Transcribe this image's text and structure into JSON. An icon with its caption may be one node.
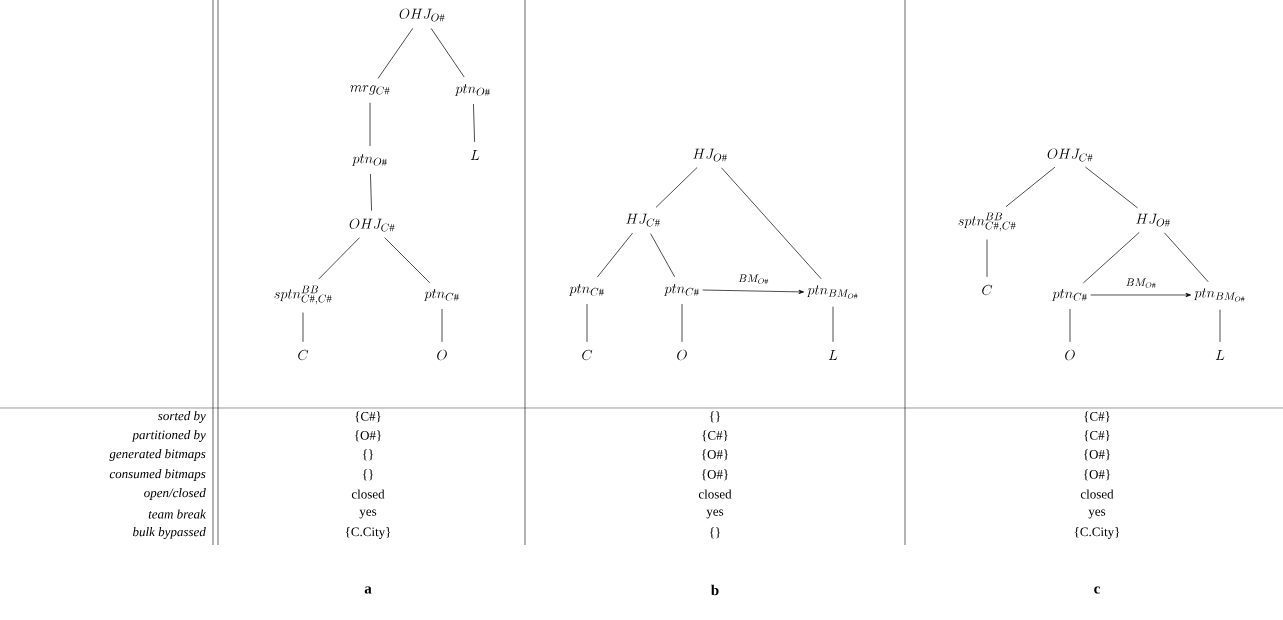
{
  "diagram": {
    "nodes": [
      {
        "text": [
          "OHJ_{O\\#}"
        ]
      },
      {
        "text": [
          "mrg_{C\\#}"
        ]
      },
      {
        "text": [
          "ptn_{O\\#}"
        ]
      },
      {
        "text": [
          "ptn_{O\\#}"
        ]
      },
      {
        "text": [
          "L"
        ]
      },
      {
        "text": [
          "OHJ_{C\\#}"
        ]
      },
      {
        "text": [
          "sptn^{BB}_{C\\#,C\\#}"
        ]
      },
      {
        "text": [
          "ptn_{C\\#}"
        ]
      },
      {
        "text": [
          "C"
        ]
      },
      {
        "text": [
          "O"
        ]
      },
      {
        "text": [
          "HJ_{O\\#}"
        ]
      },
      {
        "text": [
          "HJ_{C\\#}"
        ]
      },
      {
        "text": [
          "ptn_{C\\#}"
        ]
      },
      {
        "text": [
          "ptn_{C\\#}"
        ]
      },
      {
        "text": [
          "ptn_{BM_{O\\#}}"
        ]
      },
      {
        "text": [
          "C"
        ]
      },
      {
        "text": [
          "O"
        ]
      },
      {
        "text": [
          "L"
        ]
      },
      {
        "text": [
          "OHJ_{C\\#}"
        ]
      },
      {
        "text": [
          "sptn^{BB}_{C\\#,C\\#}"
        ]
      },
      {
        "text": [
          "HJ_{O\\#}"
        ]
      },
      {
        "text": [
          "C"
        ]
      },
      {
        "text": [
          "ptn_{C\\#}"
        ]
      },
      {
        "text": [
          "ptn_{BM_{O\\#}}"
        ]
      },
      {
        "text": [
          "O"
        ]
      },
      {
        "text": [
          "L"
        ]
      }
    ],
    "edges": [
      {
        "from": 0,
        "to": 1,
        "arrow": "none"
      },
      {
        "from": 0,
        "to": 2,
        "arrow": "none"
      },
      {
        "from": 1,
        "to": 3,
        "arrow": "none"
      },
      {
        "from": 2,
        "to": 4,
        "arrow": "none"
      },
      {
        "from": 3,
        "to": 5,
        "arrow": "none"
      },
      {
        "from": 5,
        "to": 6,
        "arrow": "none"
      },
      {
        "from": 5,
        "to": 7,
        "arrow": "none"
      },
      {
        "from": 6,
        "to": 8,
        "arrow": "none"
      },
      {
        "from": 7,
        "to": 9,
        "arrow": "none"
      },
      {
        "from": 10,
        "to": 11,
        "arrow": "none"
      },
      {
        "from": 10,
        "to": 14,
        "arrow": "none"
      },
      {
        "from": 11,
        "to": 12,
        "arrow": "none"
      },
      {
        "from": 11,
        "to": 13,
        "arrow": "none"
      },
      {
        "from": 13,
        "to": 14,
        "arrow": "to",
        "label": "BM_{O\\#}"
      },
      {
        "from": 12,
        "to": 15,
        "arrow": "none"
      },
      {
        "from": 13,
        "to": 16,
        "arrow": "none"
      },
      {
        "from": 14,
        "to": 17,
        "arrow": "none"
      },
      {
        "from": 18,
        "to": 19,
        "arrow": "none"
      },
      {
        "from": 18,
        "to": 20,
        "arrow": "none"
      },
      {
        "from": 19,
        "to": 21,
        "arrow": "none"
      },
      {
        "from": 20,
        "to": 22,
        "arrow": "none"
      },
      {
        "from": 20,
        "to": 23,
        "arrow": "none"
      },
      {
        "from": 22,
        "to": 23,
        "arrow": "to",
        "label": "BM_{O\\#}"
      },
      {
        "from": 22,
        "to": 24,
        "arrow": "none"
      },
      {
        "from": 23,
        "to": 25,
        "arrow": "none"
      }
    ],
    "labels": [
      "sorted by",
      "{C#}",
      "{}",
      "{C#}",
      "partitioned by",
      "{O#}",
      "{C#}",
      "{C#}",
      "generated bitmaps",
      "{}",
      "{O#}",
      "{O#}",
      "consumed bitmaps",
      "{}",
      "{O#}",
      "{O#}",
      "open/closed",
      "closed",
      "closed",
      "closed",
      "team break",
      "yes",
      "yes",
      "yes",
      "bulk bypassed",
      "{C.City}",
      "{}",
      "{C.City}",
      "a",
      "b",
      "c"
    ]
  }
}
